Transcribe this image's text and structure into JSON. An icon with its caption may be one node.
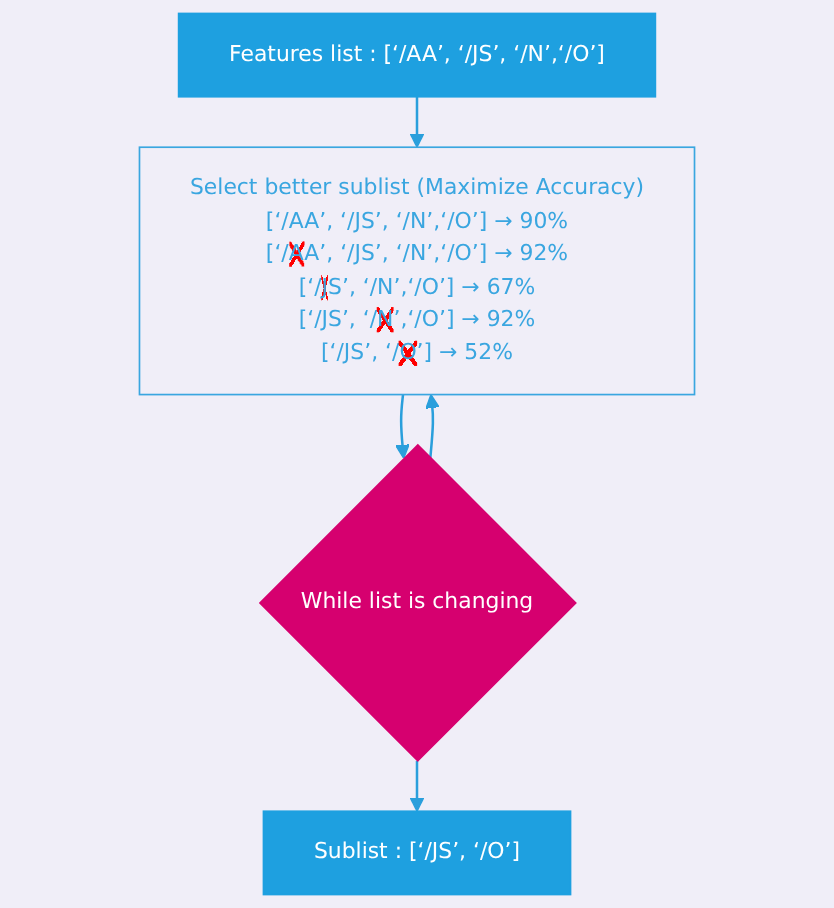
{
  "diagram": {
    "nodes": [
      {
        "text": [
          "Features list : [‘/AA’, ‘/JS’, ‘/N’,‘/O’]"
        ]
      },
      {
        "text": [
          "Select better sublist (Maximize Accuracy)",
          "[‘/AA’, ‘/JS’, ‘/N’,‘/O’] → 90%",
          "[‘/AA’, ‘/JS’, ‘/N’,‘/O’] → 92%",
          "[‘/JS’, ‘/N’,‘/O’] → 67%",
          "[‘/JS’, ‘/N’,‘/O’] → 92%",
          "[‘/JS’, ‘/O’] → 52%"
        ]
      },
      {
        "text": [
          "While list is changing"
        ]
      },
      {
        "text": [
          "Sublist : [‘/JS’, ‘/O’]"
        ]
      }
    ],
    "edges": [
      {
        "from": 0,
        "to": 1,
        "arrow": "to"
      },
      {
        "from": 1,
        "to": 2,
        "arrow": "to"
      },
      {
        "from": 2,
        "to": 1,
        "arrow": "to"
      },
      {
        "from": 2,
        "to": 3,
        "arrow": "to"
      }
    ]
  }
}
